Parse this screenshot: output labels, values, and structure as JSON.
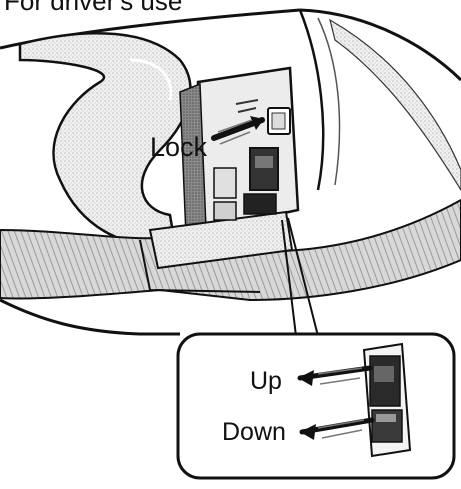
{
  "caption": "For driver's use",
  "labels": {
    "lock": "Lock",
    "up": "Up",
    "down": "Down"
  }
}
